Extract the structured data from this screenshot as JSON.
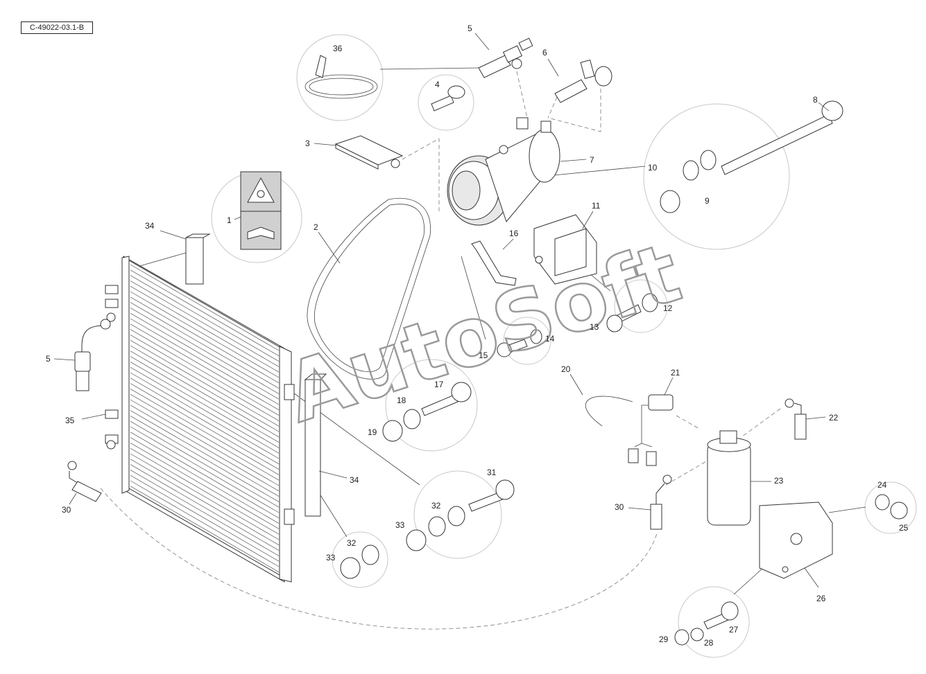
{
  "drawing_ref": "C-49022-03.1-B",
  "watermark": "AutoSoft",
  "callouts": {
    "n1": "1",
    "n2": "2",
    "n3": "3",
    "n4": "4",
    "n5a": "5",
    "n5b": "5",
    "n6": "6",
    "n7": "7",
    "n8": "8",
    "n9": "9",
    "n10": "10",
    "n11": "11",
    "n12": "12",
    "n13": "13",
    "n14": "14",
    "n15": "15",
    "n16": "16",
    "n17": "17",
    "n18": "18",
    "n19": "19",
    "n20": "20",
    "n21": "21",
    "n22": "22",
    "n23": "23",
    "n24": "24",
    "n25": "25",
    "n26": "26",
    "n27": "27",
    "n28": "28",
    "n29": "29",
    "n30a": "30",
    "n30b": "30",
    "n31": "31",
    "n32a": "32",
    "n32b": "32",
    "n33a": "33",
    "n33b": "33",
    "n34a": "34",
    "n34b": "34",
    "n35": "35",
    "n36": "36"
  },
  "icons": {
    "decal_warning": "warning-triangle-icon",
    "decal_manual": "manual-book-icon"
  }
}
